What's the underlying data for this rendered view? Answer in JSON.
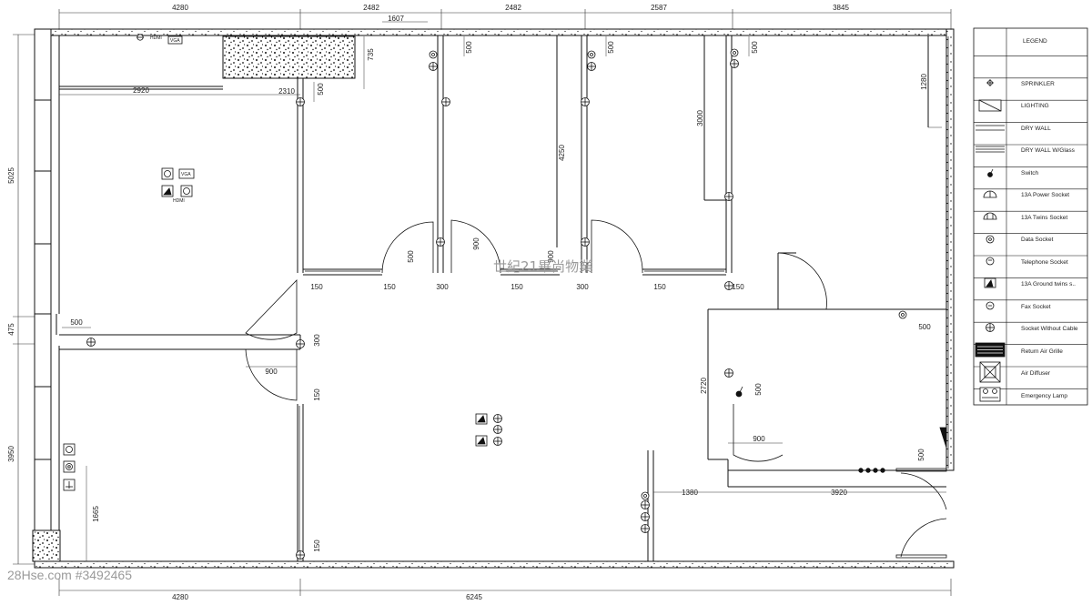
{
  "dimensions": {
    "top": [
      "4280",
      "2482",
      "1607",
      "2482",
      "2587",
      "3845"
    ],
    "bottom": [
      "4280",
      "6245"
    ],
    "left": [
      "5025",
      "475",
      "3950"
    ],
    "inner": [
      "735",
      "2920",
      "2310",
      "500",
      "500",
      "500",
      "500",
      "500",
      "3000",
      "1280",
      "4250",
      "500",
      "900",
      "900",
      "150",
      "150",
      "300",
      "150",
      "300",
      "150",
      "150",
      "500",
      "300",
      "900",
      "150",
      "150",
      "500",
      "2720",
      "500",
      "900",
      "1380",
      "3920",
      "1665"
    ]
  },
  "device_labels": {
    "hdmi": "HDMI",
    "vga": "VGA"
  },
  "watermark": "世紀21畢尚物業",
  "footer_text": "28Hse.com #3492465",
  "legend": {
    "title": "LEGEND",
    "items": [
      {
        "label": "SPRINKLER",
        "icon": "sprinkler-icon"
      },
      {
        "label": "LIGHTING",
        "icon": "lighting-icon"
      },
      {
        "label": "DRY WALL",
        "icon": "dry-wall-icon"
      },
      {
        "label": "DRY WALL W/Glass",
        "icon": "dry-wall-glass-icon"
      },
      {
        "label": "Switch",
        "icon": "switch-icon"
      },
      {
        "label": "13A Power Socket",
        "icon": "power-socket-icon"
      },
      {
        "label": "13A Twins Socket",
        "icon": "twin-socket-icon"
      },
      {
        "label": "Data Socket",
        "icon": "data-socket-icon"
      },
      {
        "label": "Telephone Socket",
        "icon": "telephone-socket-icon"
      },
      {
        "label": "13A Ground twins s..",
        "icon": "ground-twin-socket-icon"
      },
      {
        "label": "Fax Socket",
        "icon": "fax-socket-icon"
      },
      {
        "label": "Socket Without Cable",
        "icon": "socket-no-cable-icon"
      },
      {
        "label": "Return Air Grille",
        "icon": "return-air-grille-icon"
      },
      {
        "label": "Air Diffuser",
        "icon": "air-diffuser-icon"
      },
      {
        "label": "Emergency Lamp",
        "icon": "emergency-lamp-icon"
      }
    ]
  }
}
